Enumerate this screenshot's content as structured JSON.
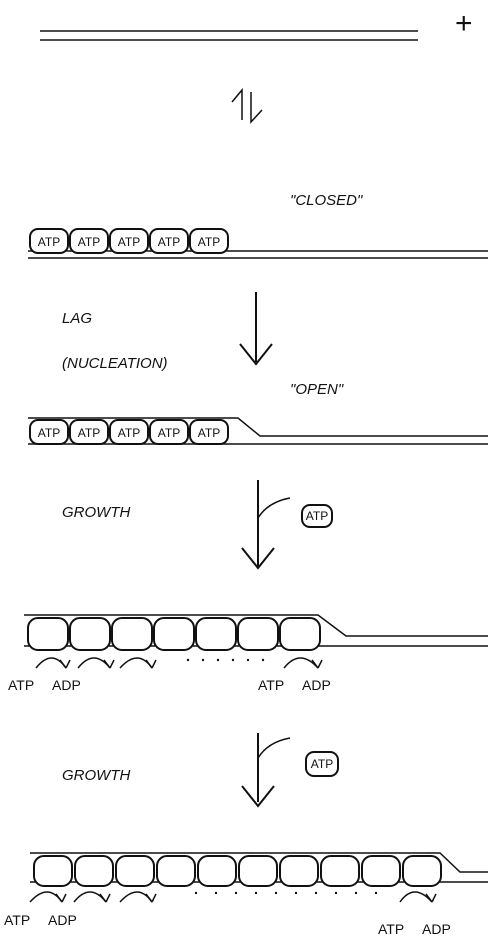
{
  "labels": {
    "closed": "\"CLOSED\"",
    "open": "\"OPEN\"",
    "lag": "LAG",
    "nucleation": "(NUCLEATION)",
    "growth": "GROWTH"
  },
  "nucleotides": {
    "atp": "ATP",
    "adp": "ADP",
    "box_atp": "ATP"
  },
  "symbols": {
    "plus_end": "+"
  },
  "stages": {
    "closed_atp_count": 5,
    "open_atp_count": 5,
    "growth1_subunit_count": 7,
    "growth2_subunit_count": 10
  }
}
